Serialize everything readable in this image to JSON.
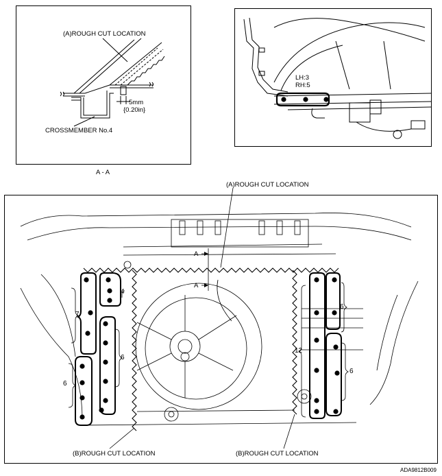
{
  "detail_aa": {
    "callout": "(A)ROUGH CUT LOCATION",
    "dim_mm": "5mm",
    "dim_in": "{0.20in}",
    "crossmember": "CROSSMEMBER No.4",
    "section_label": "A - A"
  },
  "detail_side": {
    "lh": "LH:3",
    "rh": "RH:5"
  },
  "main": {
    "callout_a": "(A)ROUGH CUT LOCATION",
    "section_marker_top": "A",
    "section_marker_bottom": "A",
    "callout_b_left": "(B)ROUGH CUT LOCATION",
    "callout_b_right": "(B)ROUGH CUT LOCATION",
    "counts": {
      "left_upper_small": "4",
      "left_outer": "7",
      "left_inner": "6",
      "left_lower": "6",
      "right_upper": "6",
      "right_outer": "12",
      "right_lower": "6"
    }
  },
  "figure_code": "ADA9812B009"
}
